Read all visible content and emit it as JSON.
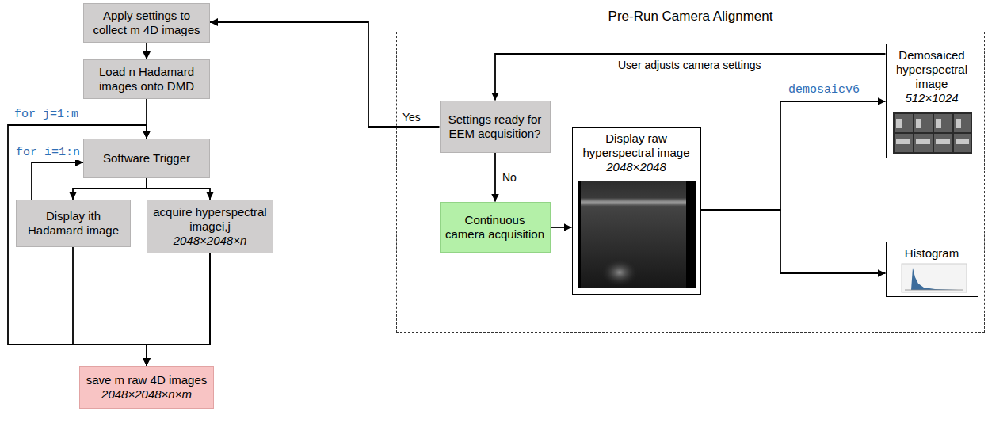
{
  "diagram": {
    "nodes": [
      {
        "text": [
          "Apply settings to collect m 4D images"
        ]
      },
      {
        "text": [
          "Load n Hadamard images onto DMD"
        ]
      },
      {
        "text": [
          "Software Trigger"
        ]
      },
      {
        "text": [
          "Display ith Hadamard image"
        ]
      },
      {
        "text": [
          "acquire hyperspectral imagei,j",
          "2048×2048×n"
        ]
      },
      {
        "text": [
          "save m raw 4D images",
          "2048×2048×n×m"
        ]
      },
      {
        "text": [
          "Pre-Run Camera Alignment"
        ]
      },
      {
        "text": [
          "Settings ready for EEM acquisition?"
        ],
        "in": 6
      },
      {
        "text": [
          "Continuous camera acquisition"
        ],
        "in": 6
      },
      {
        "text": [
          "Display raw hyperspectral image",
          "2048×2048"
        ],
        "in": 6
      },
      {
        "text": [
          "Demosaiced hyperspectral image",
          "512×1024"
        ],
        "in": 6
      },
      {
        "text": [
          "Histogram"
        ],
        "in": 6
      }
    ],
    "edges": [
      {
        "from": 0,
        "to": 1,
        "arrow": "to"
      },
      {
        "from": 1,
        "to": 2,
        "arrow": "to"
      },
      {
        "from": 2,
        "to": 3,
        "arrow": "to"
      },
      {
        "from": 2,
        "to": 4,
        "arrow": "to"
      },
      {
        "from": 3,
        "to": 2,
        "label": "for i=1:n",
        "arrow": "to"
      },
      {
        "from": 3,
        "to": 5,
        "arrow": "to"
      },
      {
        "from": 4,
        "to": 5,
        "arrow": "to"
      },
      {
        "from": 4,
        "to": 2,
        "label": "for j=1:m",
        "arrow": "to"
      },
      {
        "from": 7,
        "to": 0,
        "label": "Yes",
        "arrow": "to"
      },
      {
        "from": 7,
        "to": 8,
        "label": "No",
        "arrow": "to"
      },
      {
        "from": 8,
        "to": 9,
        "arrow": "to"
      },
      {
        "from": 9,
        "to": 10,
        "label": "demosaicv6",
        "arrow": "to"
      },
      {
        "from": 9,
        "to": 11,
        "arrow": "to"
      },
      {
        "from": 10,
        "to": 7,
        "label": "User adjusts camera settings",
        "arrow": "to"
      }
    ]
  }
}
